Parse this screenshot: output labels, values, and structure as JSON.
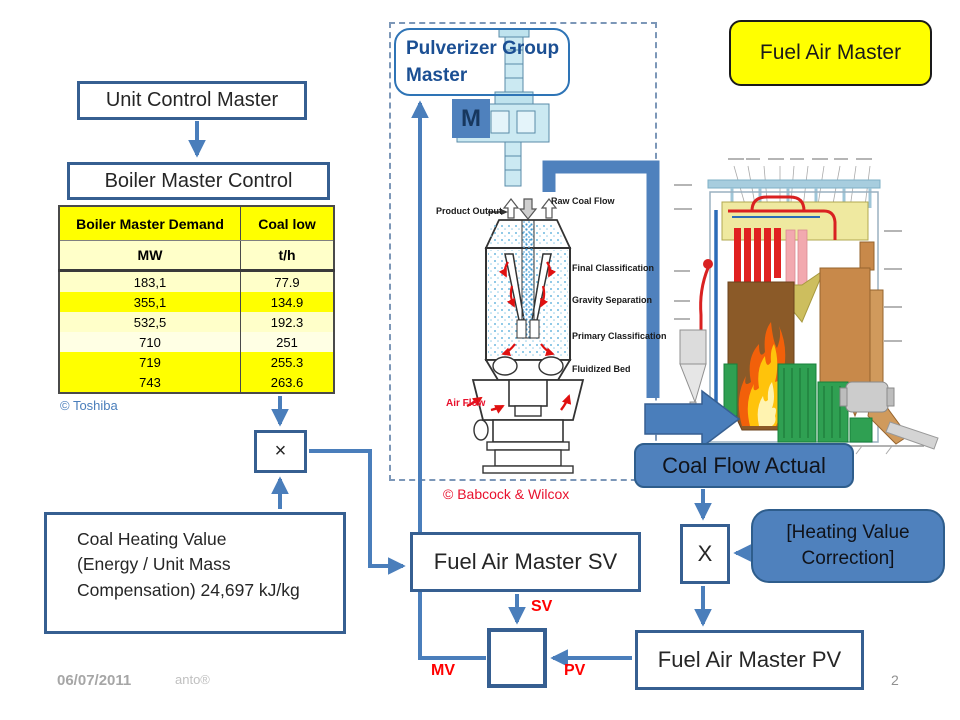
{
  "flow": {
    "unit_control_master": "Unit Control Master",
    "boiler_master_control": "Boiler Master Control",
    "multiply_sign": "×",
    "coal_heating_value_lines": [
      "Coal Heating Value",
      "(Energy / Unit Mass",
      "Compensation) 24,697 kJ/kg"
    ],
    "fuel_air_master_sv": "Fuel Air Master SV",
    "fuel_air_master_pv": "Fuel Air Master PV",
    "x_sign": "X",
    "coal_flow_actual": "Coal Flow Actual",
    "heating_value_correction_lines": [
      "[Heating Value",
      "Correction]"
    ],
    "fuel_air_master": "Fuel Air Master",
    "pulverizer_group_master_lines": [
      "Pulverizer Group",
      "Master"
    ],
    "motor_label": "M"
  },
  "signals": {
    "sv": "SV",
    "mv": "MV",
    "pv": "PV"
  },
  "table": {
    "headers": [
      "Boiler Master Demand",
      "Coal low"
    ],
    "units": [
      "MW",
      "t/h"
    ],
    "rows": [
      {
        "mw": "183,1",
        "th": "77.9"
      },
      {
        "mw": "355,1",
        "th": "134.9"
      },
      {
        "mw": "532,5",
        "th": "192.3"
      },
      {
        "mw": "710",
        "th": "251"
      },
      {
        "mw": "719",
        "th": "255.3"
      },
      {
        "mw": "743",
        "th": "263.6"
      }
    ]
  },
  "pulverizer": {
    "product_output": "Product Output",
    "raw_coal_flow": "Raw Coal Flow",
    "final_classification": "Final Classification",
    "gravity_separation": "Gravity Separation",
    "primary_classification": "Primary Classification",
    "fluidized_bed": "Fluidized Bed",
    "air_flow": "Air Flow"
  },
  "credits": {
    "toshiba": "© Toshiba",
    "babcock_wilcox": "© Babcock & Wilcox"
  },
  "footer": {
    "date": "06/07/2011",
    "author": "anto®",
    "page": "2"
  },
  "colors": {
    "connector": "#4A7EBB",
    "box_border": "#365F91",
    "fill_blue": "#4F81BD",
    "yellow": "#FFFF00",
    "pale_yellow": "#FFFFC9",
    "signal_red": "#FF0000"
  }
}
